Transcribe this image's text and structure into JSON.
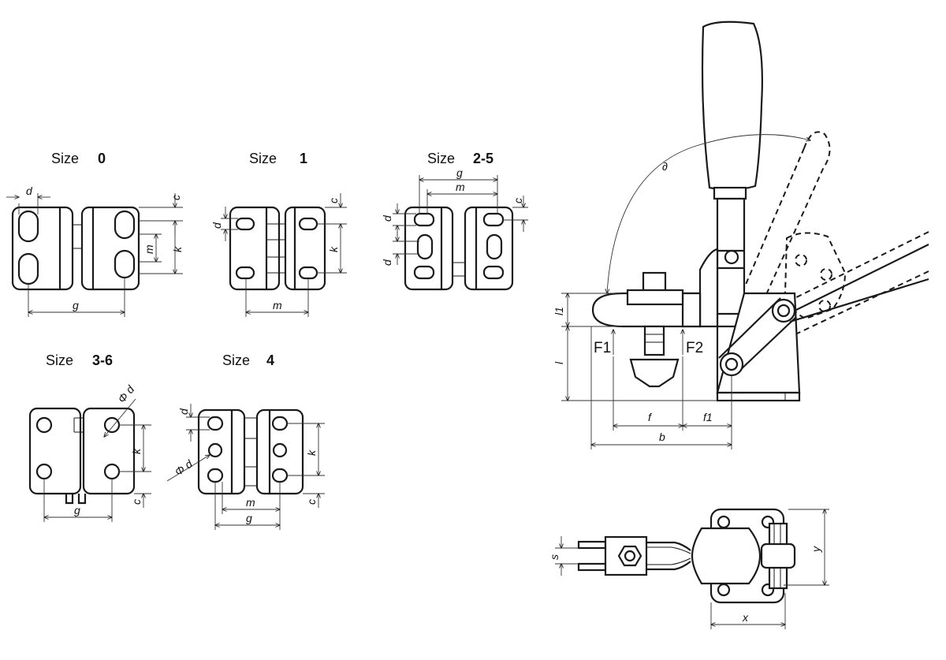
{
  "sizes": [
    {
      "word": "Size",
      "num": "0"
    },
    {
      "word": "Size",
      "num": "1"
    },
    {
      "word": "Size",
      "num": "2-5"
    },
    {
      "word": "Size",
      "num": "3-6"
    },
    {
      "word": "Size",
      "num": "4"
    }
  ],
  "dims": {
    "d": "d",
    "c": "c",
    "m": "m",
    "k": "k",
    "g": "g",
    "phi_d": "Φ d",
    "l1": "l1",
    "l": "l",
    "f": "f",
    "f1": "f1",
    "b": "b",
    "s": "s",
    "y": "y",
    "x": "x",
    "angle": "∂"
  },
  "forces": {
    "f1": "F1",
    "f2": "F2"
  }
}
